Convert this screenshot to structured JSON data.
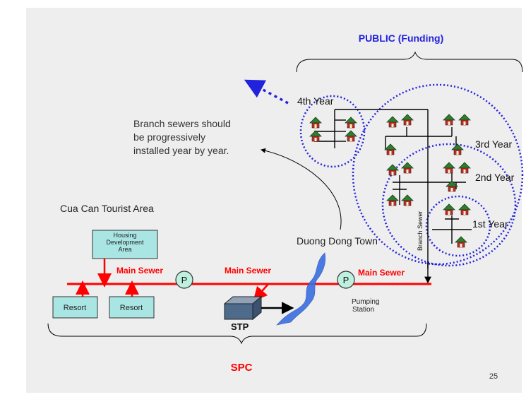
{
  "slide": {
    "page_number": "25",
    "funding_labels": {
      "public": "PUBLIC (Funding)",
      "spc": "SPC"
    },
    "note": {
      "line1": "Branch sewers should",
      "line2": "be progressively",
      "line3": "installed year by year."
    },
    "areas": {
      "cua_can": "Cua Can Tourist Area",
      "duong_dong": "Duong Dong Town",
      "housing_line1": "Housing",
      "housing_line2": "Development",
      "housing_line3": "Area"
    },
    "facilities": {
      "resort_1": "Resort",
      "resort_2": "Resort",
      "pump_symbol_1": "P",
      "pump_symbol_2": "P",
      "stp": "STP",
      "pumping_line1": "Pumping",
      "pumping_line2": "Station"
    },
    "sewers": {
      "main_1": "Main Sewer",
      "main_2": "Main Sewer",
      "main_3": "Main Sewer",
      "branch": "Branch Sewer"
    },
    "years": {
      "year_1": "1st Year",
      "year_2": "2nd Year",
      "year_3": "3rd Year",
      "year_4": "4th Year"
    },
    "colors": {
      "main_sewer": "#ff0000",
      "phase_circle": "#2222dd",
      "public_label": "#2222dd",
      "house_roof": "#2f7d2f",
      "house_body": "#b03030",
      "river": "#3a6ee0"
    }
  }
}
